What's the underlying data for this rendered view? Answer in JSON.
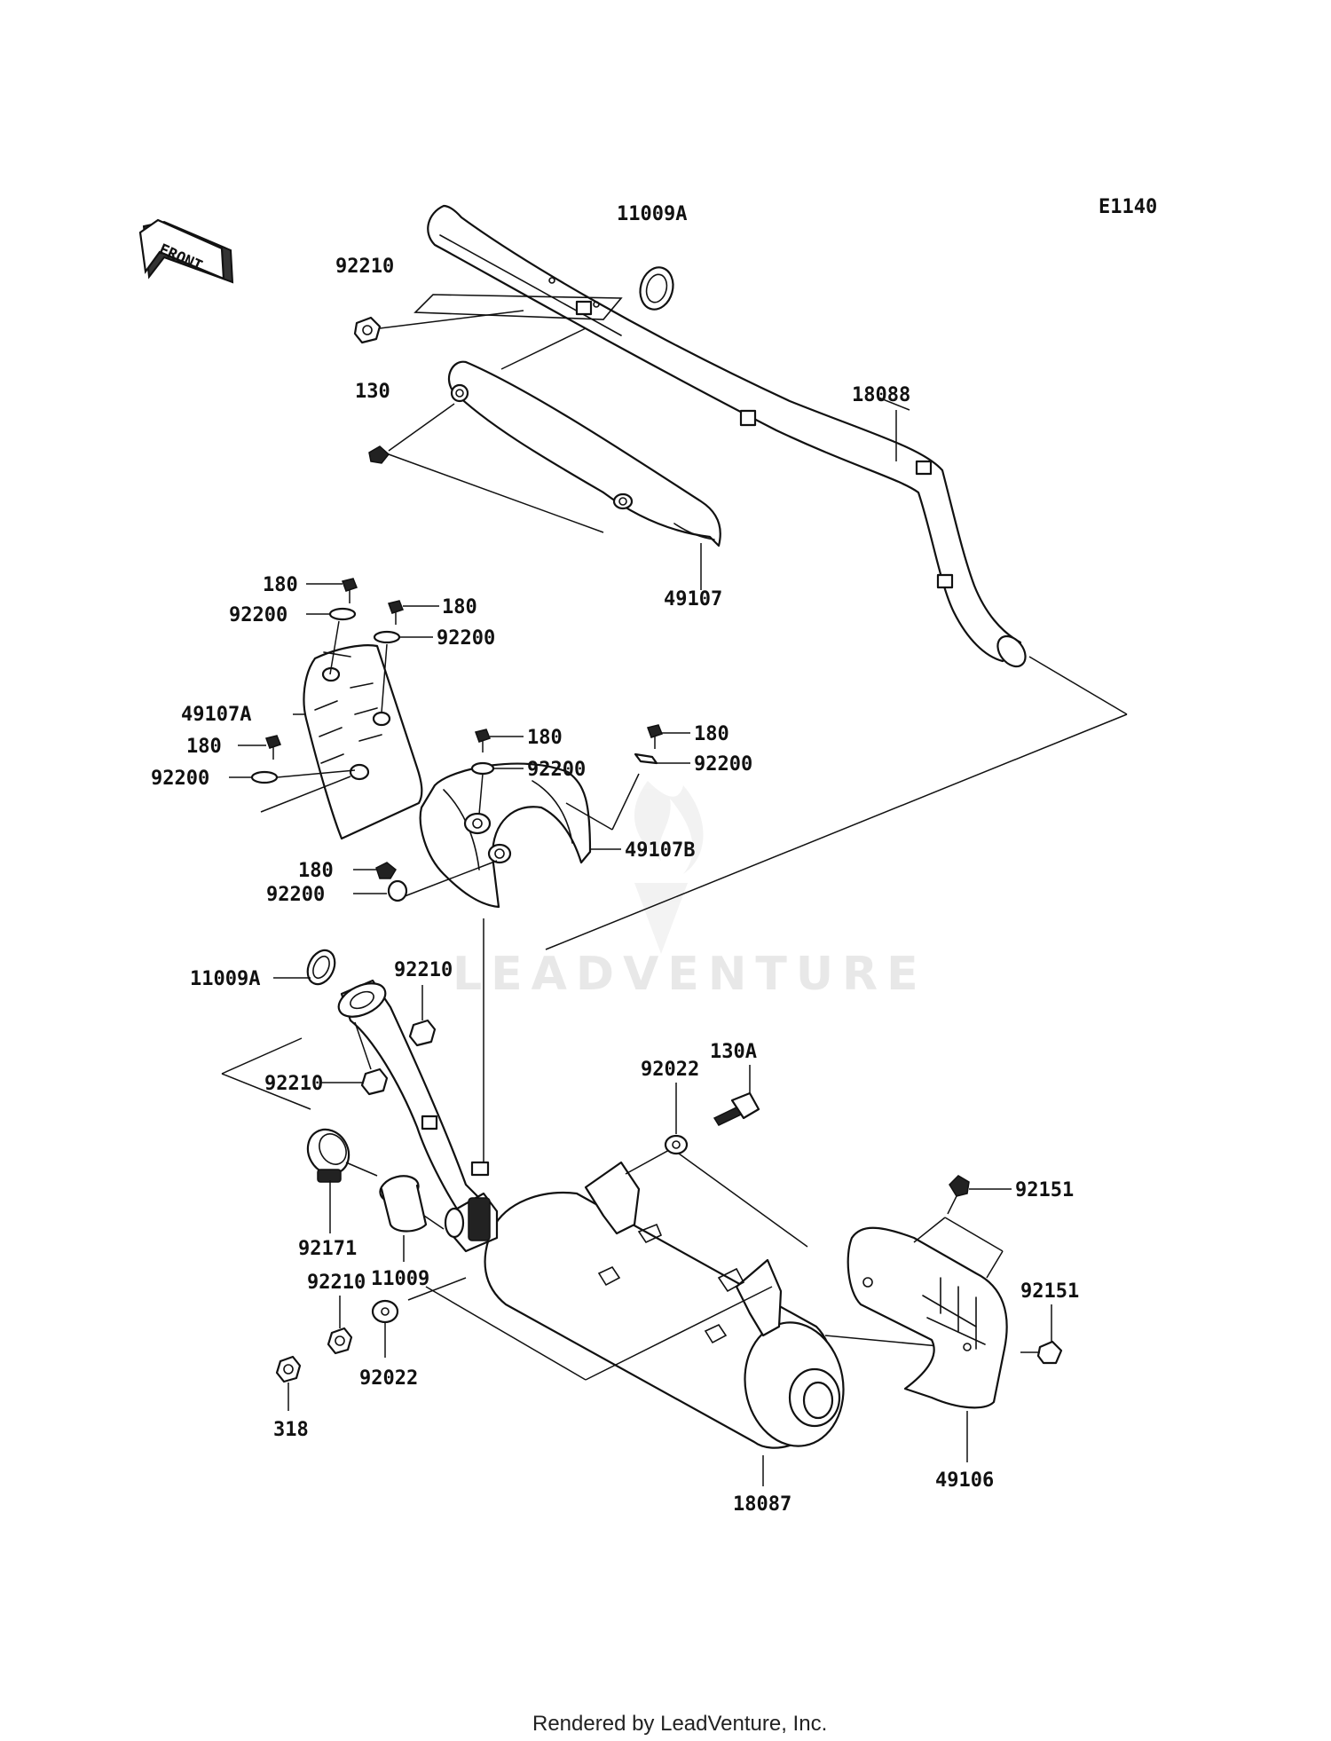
{
  "diagram": {
    "code": "E1140",
    "front_label": "FRONT",
    "watermark": "LEADVENTURE",
    "footer": "Rendered by LeadVenture, Inc."
  },
  "callouts": {
    "p11009a_top": "11009A",
    "p92210_top": "92210",
    "p130": "130",
    "p18088": "18088",
    "p49107": "49107",
    "p180_a": "180",
    "p92200_a": "92200",
    "p180_b": "180",
    "p92200_b": "92200",
    "p49107a": "49107A",
    "p180_c": "180",
    "p92200_c": "92200",
    "p180_d": "180",
    "p92200_d": "92200",
    "p180_e": "180",
    "p92200_e": "92200",
    "p49107b": "49107B",
    "p180_f": "180",
    "p92200_f": "92200",
    "p11009a_mid": "11009A",
    "p92210_mid": "92210",
    "p92210_left": "92210",
    "p130a": "130A",
    "p92022_top": "92022",
    "p92151_top": "92151",
    "p92171": "92171",
    "p11009": "11009",
    "p92210_low": "92210",
    "p92022_low": "92022",
    "p92151_right": "92151",
    "p318": "318",
    "p18087": "18087",
    "p49106": "49106"
  }
}
